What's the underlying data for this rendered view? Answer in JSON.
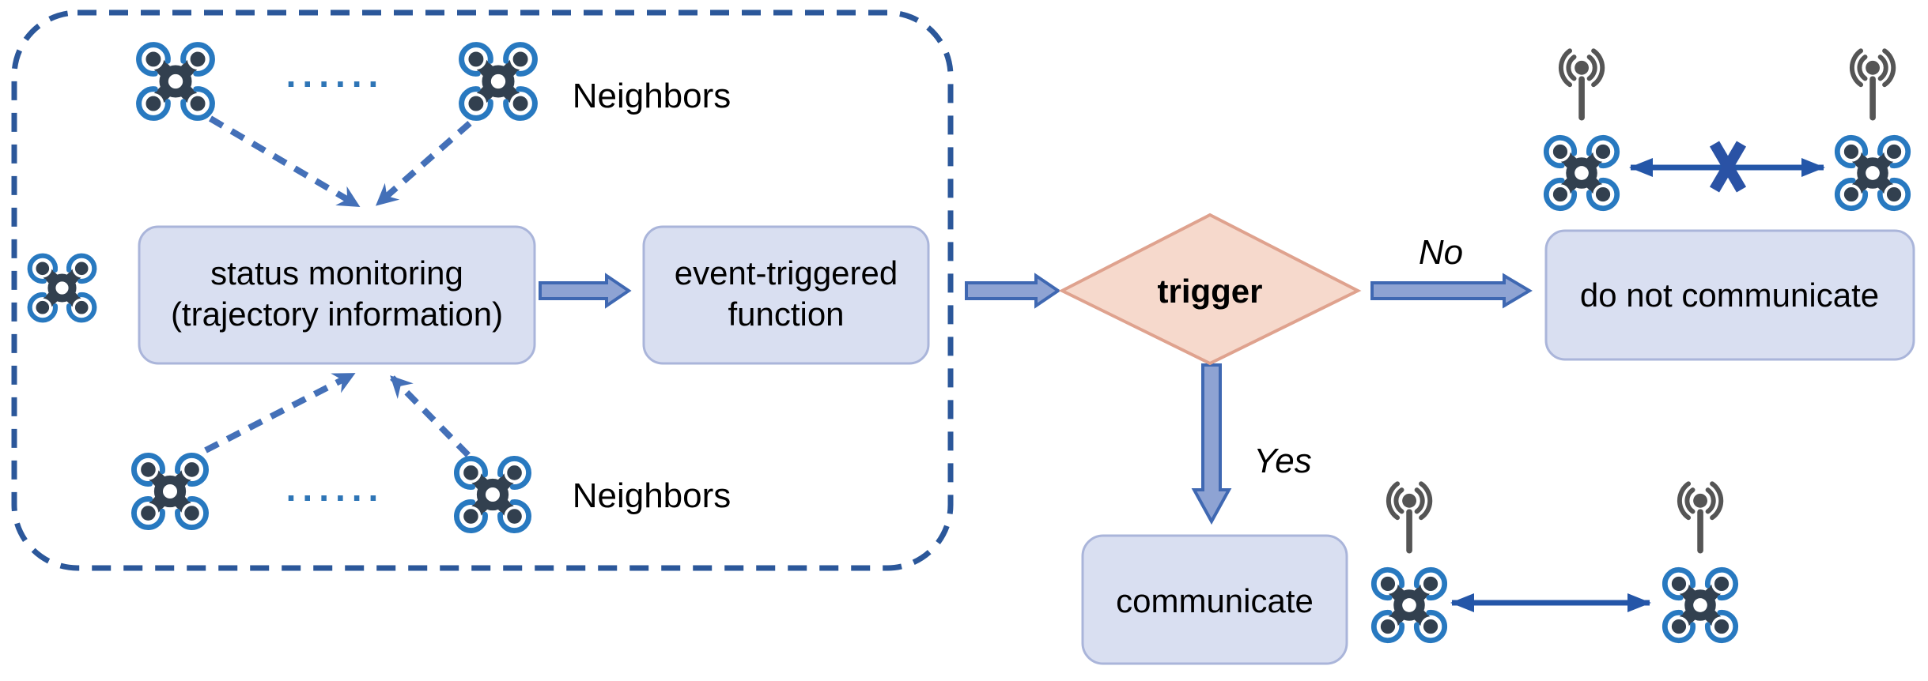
{
  "labels": {
    "neighbors_top": "Neighbors",
    "neighbors_bottom": "Neighbors",
    "dots_top": "......",
    "dots_bottom": "......",
    "status_box_line1": "status monitoring",
    "status_box_line2": "(trajectory information)",
    "event_box_line1": "event-triggered",
    "event_box_line2": "function",
    "trigger": "trigger",
    "no": "No",
    "yes": "Yes",
    "do_not_communicate": "do not communicate",
    "communicate": "communicate"
  },
  "icons": {
    "drone": "quadcopter-drone-icon",
    "antenna": "radio-antenna-icon",
    "blocked_cross": "x-cross-icon",
    "dashed_arrow": "dashed-arrow-icon",
    "block_arrow": "block-arrow-icon",
    "double_arrow": "double-headed-arrow-icon"
  },
  "colors": {
    "background": "#ffffff",
    "enclosure_dash": "#2b579a",
    "connector_dash": "#4470b8",
    "box_fill": "#d9dff1",
    "box_border": "#aab5da",
    "block_arrow_fill": "#8ea3d3",
    "block_arrow_border": "#3f68b2",
    "diamond_fill": "#f6d9cc",
    "diamond_border": "#dfa28e",
    "drone_body": "#32404f",
    "drone_ring": "#2879c0",
    "antenna_gray": "#555555",
    "link_arrow": "#2456a8",
    "dots": "#2e75b6",
    "text": "#000000"
  }
}
